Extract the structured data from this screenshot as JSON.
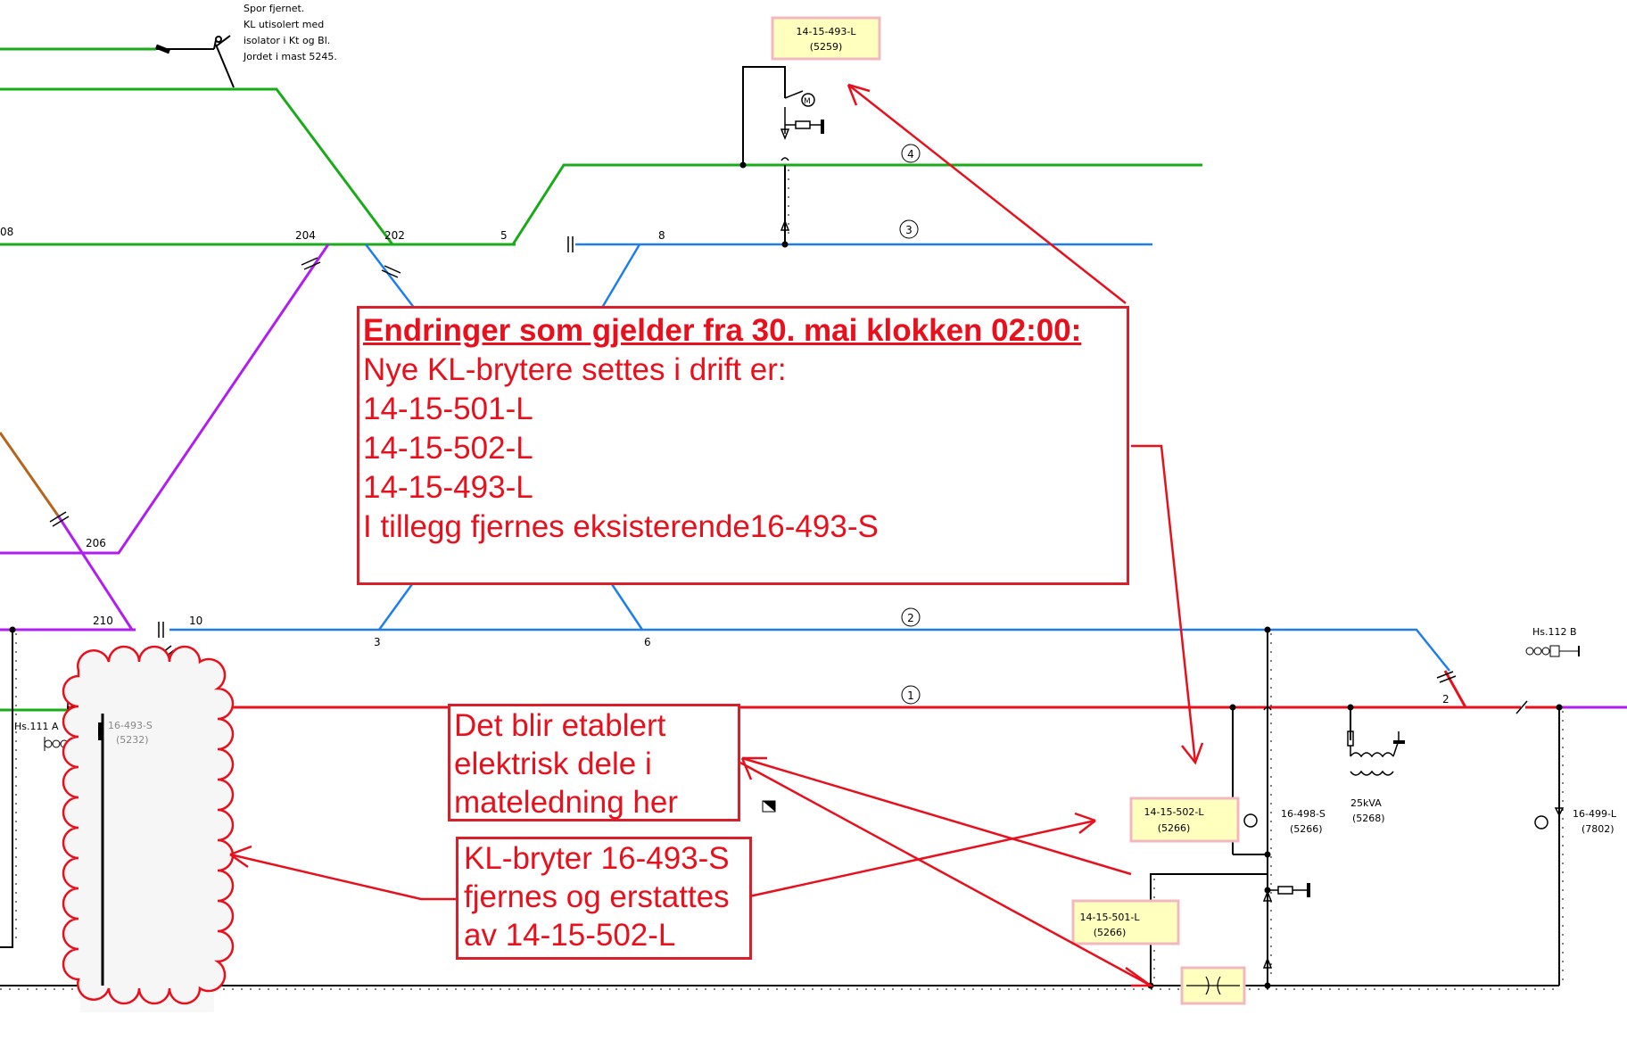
{
  "colors": {
    "track_green": "#1aab1a",
    "track_blue": "#1e7ef0",
    "track_purple": "#b01ef0",
    "track_red": "#e8101c",
    "track_brown": "#b5651d",
    "callout_red": "#e8101c",
    "highlight_yellow": "#ffffbe",
    "highlight_border": "#f2b8c0"
  },
  "top_note": {
    "lines": [
      "Spor fjernet.",
      "KL utisolert med",
      "isolator i Kt og Bl.",
      "Jordet i mast 5245."
    ]
  },
  "track_numbers": {
    "t1": "1",
    "t2": "2",
    "t3": "3",
    "t4": "4"
  },
  "switch_numbers": {
    "s08": "08",
    "s204": "204",
    "s202": "202",
    "s5": "5",
    "s8": "8",
    "s206": "206",
    "s210": "210",
    "s10": "10",
    "s3": "3",
    "s6": "6",
    "s2": "2"
  },
  "signals": {
    "hs111": "Hs.111  A",
    "hs112": "Hs.112  B"
  },
  "breakers": {
    "b5259": {
      "id": "14-15-493-L",
      "mast": "(5259)"
    },
    "b502": {
      "id": "14-15-502-L",
      "mast": "(5266)"
    },
    "b501": {
      "id": "14-15-501-L",
      "mast": "(5266)"
    },
    "b498": {
      "id": "16-498-S",
      "mast": "(5266)"
    },
    "b499": {
      "id": "16-499-L",
      "mast": "(7802)"
    },
    "b493old": {
      "id": "16-493-S",
      "mast": "(5232)"
    }
  },
  "transformer": {
    "rating": "25kVA",
    "mast": "(5268)"
  },
  "main_note": {
    "heading": "Endringer som gjelder fra 30. mai klokken 02:00:",
    "line1": "Nye KL-brytere settes i drift er:",
    "line2": "14-15-501-L",
    "line3": "14-15-502-L",
    "line4": "14-15-493-L",
    "line5": "I tillegg fjernes eksisterende16-493-S"
  },
  "dele_note": {
    "line1": "Det blir etablert",
    "line2": "elektrisk dele i",
    "line3": "mateledning her"
  },
  "replace_note": {
    "line1": "KL-bryter 16-493-S",
    "line2": "fjernes og erstattes",
    "line3": "av 14-15-502-L"
  }
}
